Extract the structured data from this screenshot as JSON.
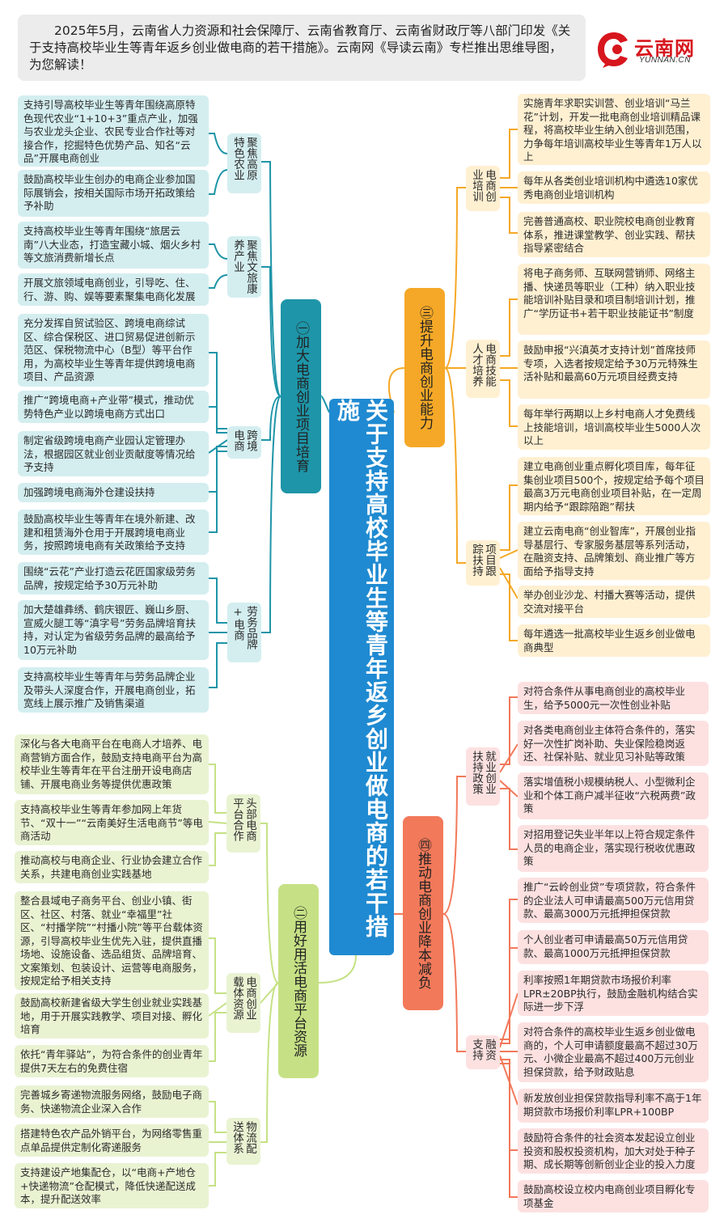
{
  "header": {
    "intro": "2025年5月，云南省人力资源和社会保障厅、云南省教育厅、云南省财政厅等八部门印发《关于支持高校毕业生等青年返乡创业做电商的若干措施》。云南网《导读云南》专栏推出思维导图，为您解读！"
  },
  "logo": {
    "name": "云南网",
    "domain": "YUNNAN.CN",
    "color": "#d7161e"
  },
  "colors": {
    "central": "#1f8ad1",
    "branch1": "#1e95a8",
    "branch2": "#c6e185",
    "branch3": "#f5a827",
    "branch4": "#f2795a"
  },
  "central": {
    "title": "关于支持高校毕业生等青年返乡创业做电商的若干措施"
  },
  "branches": [
    {
      "label": "㊀加大电商创业项目培育",
      "subs": [
        {
          "label": "聚焦高原特色农业",
          "items": [
            "支持引导高校毕业生等青年围绕高原特色现代农业“1+10+3”重点产业，加强与农业龙头企业、农民专业合作社等对接合作，挖掘特色优势产品、知名“云品”开展电商创业",
            "鼓励高校毕业生创办的电商企业参加国际展销会，按相关国际市场开拓政策给予补助"
          ]
        },
        {
          "label": "聚焦文旅康养产业",
          "items": [
            "支持高校毕业生等青年围绕“旅居云南”八大业态，打造宝藏小城、烟火乡村等文旅消费新增长点",
            "开展文旅领域电商创业，引导吃、住、行、游、购、娱等要素聚集电商化发展"
          ]
        },
        {
          "label": "跨境电商",
          "items": [
            "充分发挥自贸试验区、跨境电商综试区、综合保税区、进口贸易促进创新示范区、保税物流中心（B型）等平台作用，为高校毕业生等青年提供跨境电商项目、产品资源",
            "推广“跨境电商+产业带”模式，推动优势特色产业以跨境电商方式出口",
            "制定省级跨境电商产业园认定管理办法，根据园区就业创业贡献度等情况给予支持",
            "加强跨境电商海外仓建设扶持",
            "鼓励高校毕业生等青年在境外新建、改建和租赁海外仓用于开展跨境电商业务，按照跨境电商有关政策给予支持"
          ]
        },
        {
          "label": "劳务品牌+电商",
          "items": [
            "围绕“云花”产业打造云花匠国家级劳务品牌，按规定给予30万元补助",
            "加大楚雄彝绣、鹤庆银匠、巍山乡厨、宣威火腿工等“滇字号”劳务品牌培育扶持，对认定为省级劳务品牌的最高给予10万元补助",
            "支持高校毕业生等青年与劳务品牌企业及带头人深度合作，开展电商创业，拓宽线上展示推广及销售渠道"
          ]
        }
      ]
    },
    {
      "label": "㊁用好用活电商平台资源",
      "subs": [
        {
          "label": "头部电商平台合作",
          "items": [
            "深化与各大电商平台在电商人才培养、电商营销方面合作，鼓励支持电商平台为高校毕业生等青年在平台注册开设电商店铺、开展电商业务等提供优惠政策",
            "支持高校毕业生等青年参加网上年货节、“双十一”“云南美好生活电商节”等电商活动",
            "推动高校与电商企业、行业协会建立合作关系，共建电商创业实践基地"
          ]
        },
        {
          "label": "电商创业载体资源",
          "items": [
            "整合县域电子商务平台、创业小镇、街区、社区、村落、就业“幸福里”社区、“村播学院”“村播小院”等平台载体资源，引导高校毕业生优先入驻，提供直播场地、设施设备、选品组货、品牌培育、文案策划、包装设计、运营等电商服务，按规定给予相关支持",
            "鼓励高校新建省级大学生创业就业实践基地，用于开展实践教学、项目对接、孵化培育",
            "依托“青年驿站”，为符合条件的创业青年提供7天左右的免费住宿"
          ]
        },
        {
          "label": "物流配送体系",
          "items": [
            "完善城乡寄递物流服务网络，鼓励电子商务、快递物流企业深入合作",
            "搭建特色农产品外销平台，为网络零售重点单品提供定制化寄递服务",
            "支持建设产地集配仓，以“电商+产地仓+快递物流”仓配模式，降低快递配送成本，提升配送效率"
          ]
        }
      ]
    },
    {
      "label": "㊂提升电商创业能力",
      "subs": [
        {
          "label": "电商创业培训",
          "items": [
            "实施青年求职实训营、创业培训“马兰花”计划，开发一批电商创业培训精品课程，将高校毕业生纳入创业培训范围，力争每年培训高校毕业生等青年1万人以上",
            "每年从各类创业培训机构中遴选10家优秀电商创业培训机构",
            "完善普通高校、职业院校电商创业教育体系，推进课堂教学、创业实践、帮扶指导紧密结合"
          ]
        },
        {
          "label": "电商技能人才培养",
          "items": [
            "将电子商务师、互联网营销师、网络主播、快递员等职业（工种）纳入职业技能培训补贴目录和项目制培训计划，推广“学历证书+若干职业技能证书”制度",
            "鼓励申报“兴滇英才支持计划”首席技师专项，入选者按规定给予30万元特殊生活补贴和最高60万元项目经费支持",
            "每年举行两期以上乡村电商人才免费线上技能培训，培训高校毕业生5000人次以上"
          ]
        },
        {
          "label": "项目跟踪扶持",
          "items": [
            "建立电商创业重点孵化项目库，每年征集创业项目500个，按规定给予每个项目最高3万元电商创业项目补贴，在一定周期内给予“跟踪陪跑”帮扶",
            "建立云南电商“创业智库”，开展创业指导基层行、专家服务基层等系列活动，在融资支持、品牌策划、商业推广等方面给予指导支持",
            "举办创业沙龙、村播大赛等活动，提供交流对接平台",
            "每年遴选一批高校毕业生返乡创业做电商典型"
          ]
        }
      ]
    },
    {
      "label": "㊃推动电商创业降本减负",
      "subs": [
        {
          "label": "就业创业扶持政策",
          "items": [
            "对符合条件从事电商创业的高校毕业生，给予5000元一次性创业补贴",
            "对各类电商创业主体符合条件的，落实好一次性扩岗补助、失业保险稳岗返还、社保补贴、就业见习补贴等政策",
            "落实增值税小规模纳税人、小型微利企业和个体工商户减半征收“六税两费”政策",
            "对招用登记失业半年以上符合规定条件人员的电商企业，落实现行税收优惠政策"
          ]
        },
        {
          "label": "融资支持",
          "items": [
            "推广“云岭创业贷”专项贷款，符合条件的企业法人可申请最高500万元信用贷款、最高3000万元抵押担保贷款",
            "个人创业者可申请最高50万元信用贷款、最高1000万元抵押担保贷款",
            "利率按照1年期贷款市场报价利率LPR±20BP执行，鼓励金融机构结合实际进一步下浮",
            "对符合条件的高校毕业生返乡创业做电商的，个人可申请额度最高不超过30万元、小微企业最高不超过400万元创业担保贷款，给予财政贴息",
            "新发放创业担保贷款指导利率不高于1年期贷款市场报价利率LPR+100BP",
            "鼓励符合条件的社会资本发起设立创业投资和股权投资机构，加大对处于种子期、成长期等创新创业企业的投入力度",
            "鼓励高校设立校内电商创业项目孵化专项基金"
          ]
        }
      ]
    }
  ]
}
